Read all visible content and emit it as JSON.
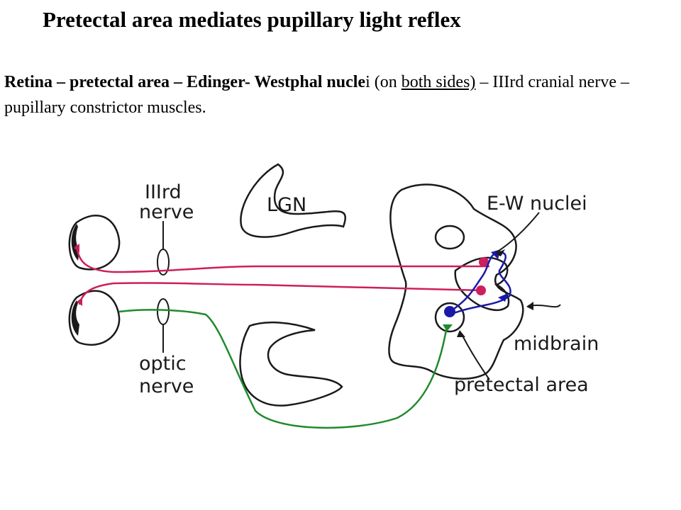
{
  "slide": {
    "title": "Pretectal area mediates pupillary light reflex",
    "description": {
      "bold_part": "Retina – pretectal area – Edinger- Westphal nucle",
      "normal_part_1": "i (on ",
      "underlined_part": "both sides)",
      "normal_part_2": " – IIIrd cranial nerve –  pupillary constrictor muscles."
    }
  },
  "diagram": {
    "labels": {
      "iiird_nerve_line1": "IIIrd",
      "iiird_nerve_line2": "nerve",
      "lgn": "LGN",
      "ew_nuclei": "E-W nuclei",
      "optic_nerve_line1": "optic",
      "optic_nerve_line2": "nerve",
      "midbrain": "midbrain",
      "pretectal_area": "pretectal area"
    },
    "colors": {
      "outline": "#1a1a1a",
      "motor_pathway": "#cc1f5c",
      "sensory_pathway": "#1f8a2e",
      "pretectal_connection": "#1a1aa8"
    }
  }
}
